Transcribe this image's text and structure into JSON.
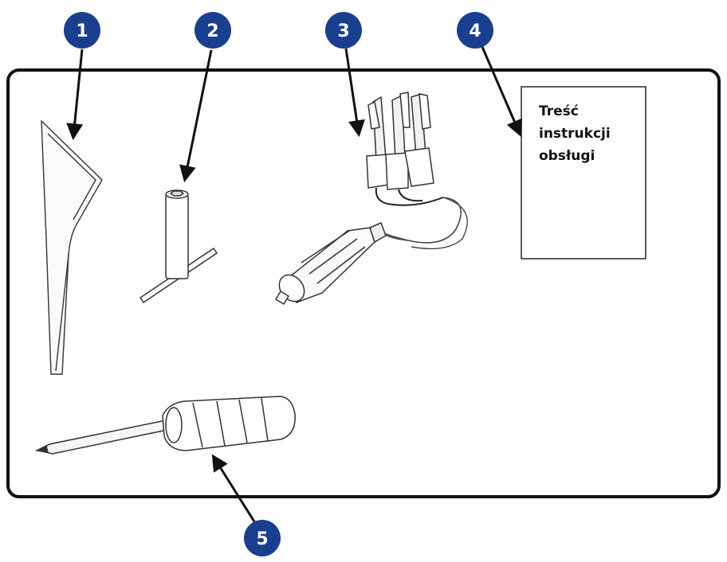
{
  "colors": {
    "badge_fill": "#1a3f8f",
    "badge_text": "#ffffff",
    "line": "#111111",
    "background": "#ffffff"
  },
  "callouts": [
    {
      "number": "1",
      "item": "funnel"
    },
    {
      "number": "2",
      "item": "hex-socket-wrench"
    },
    {
      "number": "3",
      "item": "battery-clamp-cable-with-car-plug"
    },
    {
      "number": "4",
      "item": "instruction-manual"
    },
    {
      "number": "5",
      "item": "screwdriver"
    }
  ],
  "manual": {
    "lines": [
      "Treść",
      "instrukcji",
      "obsługi"
    ]
  }
}
